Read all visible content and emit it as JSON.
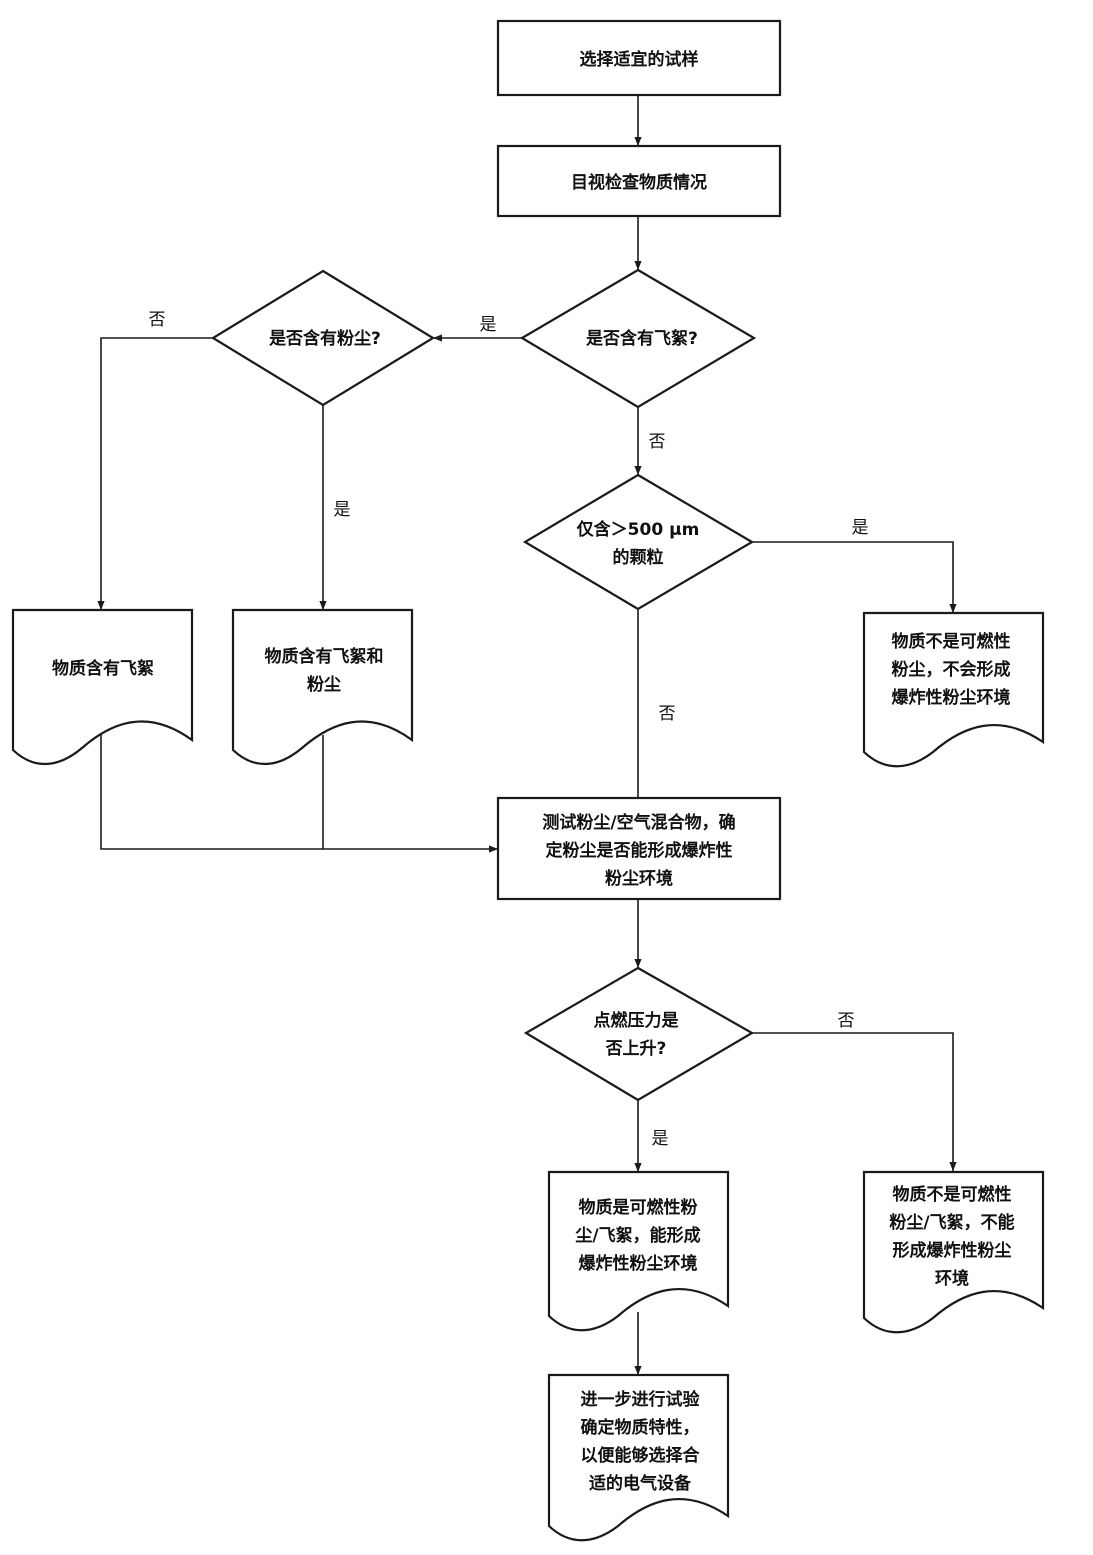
{
  "nodes": {
    "select_sample": [
      "选择适宜的试样"
    ],
    "visual_inspect": [
      "目视检查物质情况"
    ],
    "has_flyings": [
      "是否含有飞絮?"
    ],
    "has_dust": [
      "是否含有粉尘?"
    ],
    "only_large": [
      "仅含＞500 μm",
      "的颗粒"
    ],
    "contains_flyings": [
      "物质含有飞絮"
    ],
    "contains_flyings_dust": [
      "物质含有飞絮和",
      "粉尘"
    ],
    "not_combustible": [
      "物质不是可燃性",
      "粉尘，不会形成",
      "爆炸性粉尘环境"
    ],
    "test_mixture": [
      "测试粉尘/空气混合物，确",
      "定粉尘是否能形成爆炸性",
      "粉尘环境"
    ],
    "pressure_rise": [
      "点燃压力是",
      "否上升?"
    ],
    "combustible": [
      "物质是可燃性粉",
      "尘/飞絮，能形成",
      "爆炸性粉尘环境"
    ],
    "not_combustible_2": [
      "物质不是可燃性",
      "粉尘/飞絮，不能",
      "形成爆炸性粉尘",
      "环境"
    ],
    "further_tests": [
      "进一步进行试验",
      "确定物质特性，",
      "以便能够选择合",
      "适的电气设备"
    ]
  },
  "edge_labels": {
    "flyings_yes": "是",
    "flyings_no": "否",
    "dust_no": "否",
    "dust_yes": "是",
    "large_yes": "是",
    "large_no": "否",
    "pressure_no": "否",
    "pressure_yes": "是"
  },
  "colors": {
    "line": "#1a1a1a",
    "text": "#111111",
    "background": "#ffffff"
  }
}
